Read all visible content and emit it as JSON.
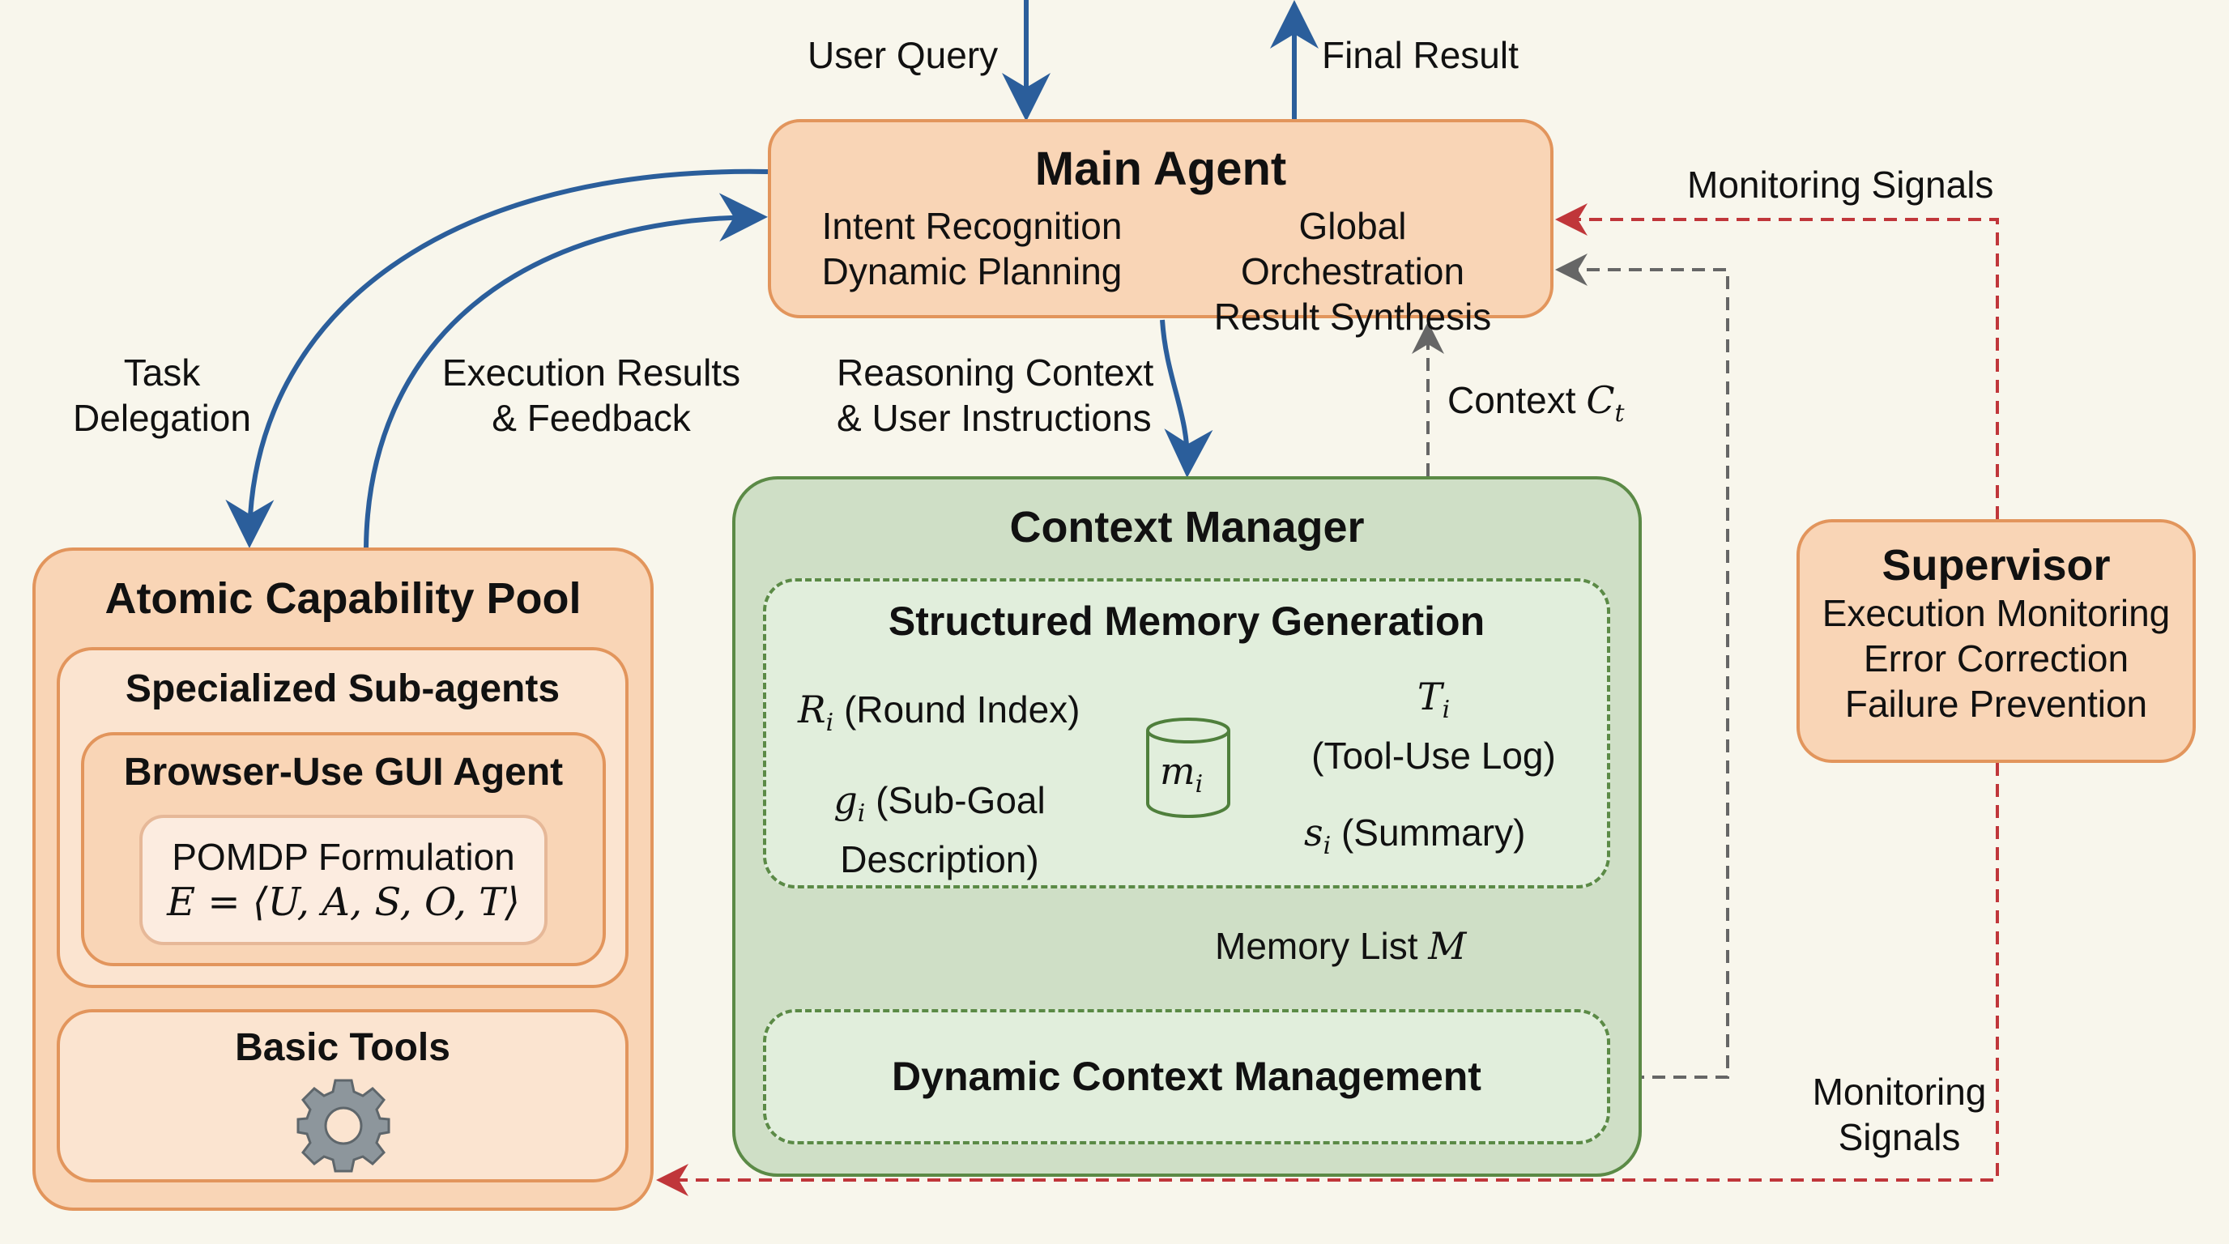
{
  "edges": {
    "user_query": "User Query",
    "final_result": "Final Result",
    "task_delegation": [
      "Task",
      "Delegation"
    ],
    "execution_results": [
      "Execution Results",
      "& Feedback"
    ],
    "reasoning_context": [
      "Reasoning Context",
      "& User Instructions"
    ],
    "context_ct": {
      "text": "Context",
      "symbol": "C",
      "sub": "t"
    },
    "monitoring_top": "Monitoring Signals",
    "monitoring_bottom": [
      "Monitoring",
      "Signals"
    ],
    "memory_list": {
      "text": "Memory List",
      "symbol": "M"
    }
  },
  "main_agent": {
    "title": "Main Agent",
    "left": [
      "Intent Recognition",
      "Dynamic Planning"
    ],
    "right": [
      "Global Orchestration",
      "Result Synthesis"
    ]
  },
  "capability_pool": {
    "title": "Atomic Capability Pool",
    "subagents": {
      "title": "Specialized Sub-agents",
      "gui_agent": {
        "title": "Browser-Use GUI Agent",
        "pomdp_title": "POMDP Formulation",
        "pomdp_formula": "E = ⟨U, A, S, O, T⟩"
      }
    },
    "basic_tools": {
      "title": "Basic Tools",
      "icon": "gear-icon"
    }
  },
  "context_manager": {
    "title": "Context Manager",
    "memory_generation": {
      "title": "Structured Memory Generation",
      "center": {
        "symbol": "m",
        "sub": "i"
      },
      "items": [
        {
          "symbol": "R",
          "sub": "i",
          "label": "(Round Index)"
        },
        {
          "symbol": "g",
          "sub": "i",
          "label": "(Sub-Goal",
          "label2": "Description)"
        },
        {
          "symbol": "T",
          "sub": "i",
          "label": "(Tool-Use Log)"
        },
        {
          "symbol": "s",
          "sub": "i",
          "label": "(Summary)"
        }
      ]
    },
    "dynamic_management": {
      "title": "Dynamic Context Management"
    }
  },
  "supervisor": {
    "title": "Supervisor",
    "lines": [
      "Execution Monitoring",
      "Error Correction",
      "Failure Prevention"
    ]
  },
  "colors": {
    "blue_arrow": "#2b5e9b",
    "red_dashed": "#c0363a",
    "gray_dashed": "#666666",
    "orange_stroke": "#e2955c",
    "green_stroke": "#5b8a46"
  }
}
